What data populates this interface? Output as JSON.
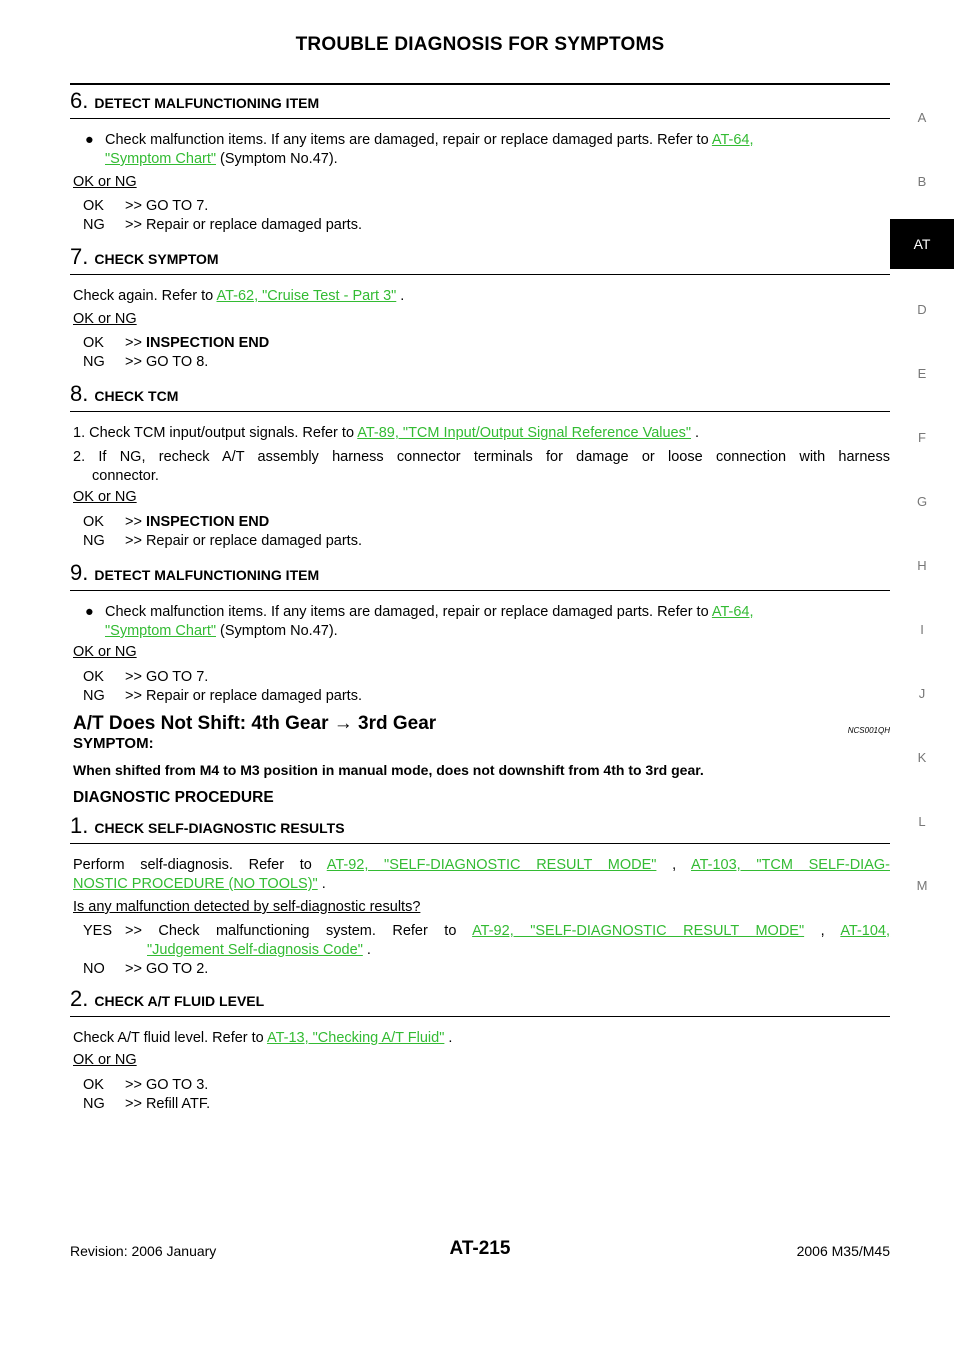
{
  "header": {
    "title": "TROUBLE DIAGNOSIS FOR SYMPTOMS"
  },
  "sidenav": [
    "A",
    "B",
    "AT",
    "D",
    "E",
    "F",
    "G",
    "H",
    "I",
    "J",
    "K",
    "L",
    "M"
  ],
  "steps": [
    {
      "num": "6.",
      "title": "DETECT MALFUNCTIONING ITEM",
      "text_pre": "Check malfunction items. If any items are damaged, repair or replace damaged parts. Refer to ",
      "link1": "AT-64,",
      "link2": "\"Symptom Chart\"",
      "text_post": " (Symptom No.47).",
      "okng": "OK or NG",
      "ok_key": "OK",
      "ok_val": ">> GO TO 7.",
      "ng_key": "NG",
      "ng_val": ">> Repair or replace damaged parts."
    },
    {
      "num": "7.",
      "title": "CHECK SYMPTOM",
      "text_pre": "Check again. Refer to ",
      "link": "AT-62, \"Cruise Test - Part 3\"",
      "text_post": " .",
      "okng": "OK or NG",
      "ok_key": "OK",
      "ok_arrow": ">> ",
      "ok_val": "INSPECTION END",
      "ng_key": "NG",
      "ng_val": ">> GO TO 8."
    },
    {
      "num": "8.",
      "title": "CHECK TCM",
      "item1_pre": "1. Check TCM input/output signals. Refer to ",
      "item1_link": "AT-89, \"TCM Input/Output Signal Reference Values\"",
      "item1_post": " .",
      "item2_line1": "2. If NG, recheck A/T assembly harness connector terminals for damage or loose connection with harness",
      "item2_line2": "connector.",
      "okng": "OK or NG",
      "ok_key": "OK",
      "ok_arrow": ">> ",
      "ok_val": "INSPECTION END",
      "ng_key": "NG",
      "ng_val": ">> Repair or replace damaged parts."
    },
    {
      "num": "9.",
      "title": "DETECT MALFUNCTIONING ITEM",
      "text_pre": "Check malfunction items. If any items are damaged, repair or replace damaged parts. Refer to ",
      "link1": "AT-64,",
      "link2": "\"Symptom Chart\"",
      "text_post": " (Symptom No.47).",
      "okng": "OK or NG",
      "ok_key": "OK",
      "ok_val": ">> GO TO 7.",
      "ng_key": "NG",
      "ng_val": ">> Repair or replace damaged parts."
    }
  ],
  "section": {
    "title": "A/T Does Not Shift: 4th Gear → 3rd Gear",
    "code": "NCS001QH",
    "symptom_label": "SYMPTOM:",
    "symptom_text": "When shifted from M4 to M3 position in manual mode, does not downshift from 4th to 3rd gear.",
    "diag_label": "DIAGNOSTIC PROCEDURE"
  },
  "dsteps": [
    {
      "num": "1.",
      "title": "CHECK SELF-DIAGNOSTIC RESULTS",
      "text_pre": "Perform self-diagnosis. Refer to ",
      "link1": "AT-92, \"SELF-DIAGNOSTIC RESULT MODE\"",
      "mid": " , ",
      "link2a": "AT-103, \"TCM SELF-DIAG-",
      "link2b": "NOSTIC PROCEDURE (NO TOOLS)\"",
      "text_post": " .",
      "question": "Is any malfunction detected by self-diagnostic results?",
      "yes_key": "YES",
      "yes_pre": ">> Check malfunctioning system. Refer to ",
      "yes_link1": "AT-92, \"SELF-DIAGNOSTIC RESULT MODE\"",
      "yes_mid": " , ",
      "yes_link2": "AT-104,",
      "yes_link3": "\"Judgement Self-diagnosis Code\"",
      "yes_post": " .",
      "no_key": "NO",
      "no_val": ">> GO TO 2."
    },
    {
      "num": "2.",
      "title": "CHECK A/T FLUID LEVEL",
      "text_pre": "Check A/T fluid level. Refer to ",
      "link": "AT-13, \"Checking A/T Fluid\"",
      "text_post": " .",
      "okng": "OK or NG",
      "ok_key": "OK",
      "ok_val": ">> GO TO 3.",
      "ng_key": "NG",
      "ng_val": ">> Refill ATF."
    }
  ],
  "footer": {
    "revision": "Revision: 2006 January",
    "page": "AT-215",
    "model": "2006 M35/M45"
  }
}
